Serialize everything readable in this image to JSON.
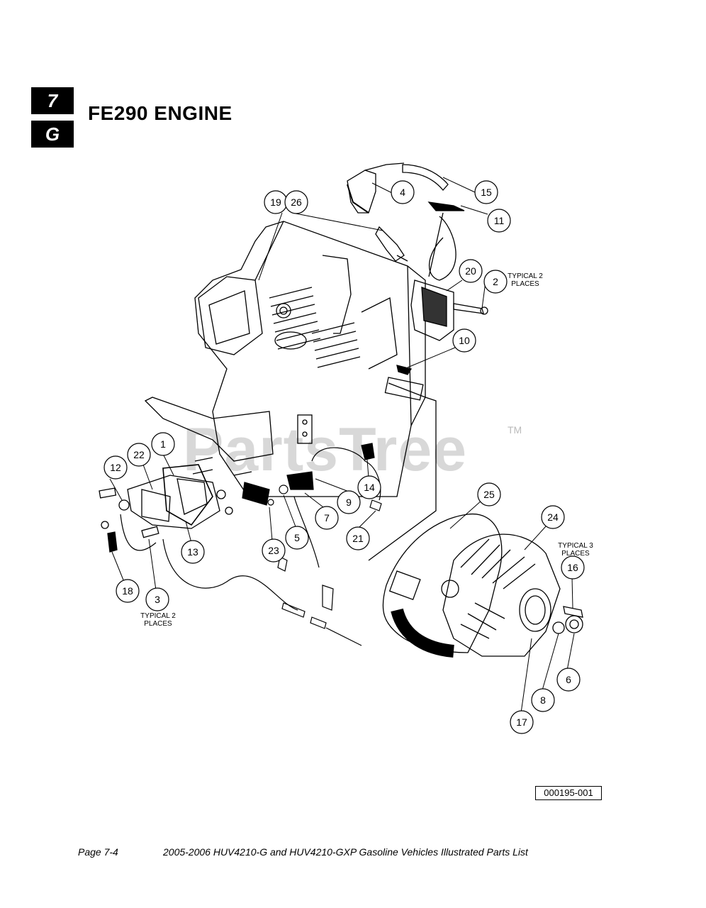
{
  "section": {
    "number": "7",
    "letter": "G"
  },
  "title": "FE290 ENGINE",
  "watermark": {
    "text": "PartsTree",
    "trademark": "TM"
  },
  "callouts": {
    "c1": "1",
    "c2": "2",
    "c3": "3",
    "c4": "4",
    "c5": "5",
    "c6": "6",
    "c7": "7",
    "c8": "8",
    "c9": "9",
    "c10": "10",
    "c11": "11",
    "c12": "12",
    "c13": "13",
    "c14": "14",
    "c15": "15",
    "c16": "16",
    "c17": "17",
    "c18": "18",
    "c19": "19",
    "c20": "20",
    "c21": "21",
    "c22": "22",
    "c23": "23",
    "c24": "24",
    "c25": "25",
    "c26": "26"
  },
  "notes": {
    "typical2_a": [
      "TYPICAL 2",
      "PLACES"
    ],
    "typical3": [
      "TYPICAL 3",
      "PLACES"
    ],
    "typical2_b": [
      "TYPICAL 2",
      "PLACES"
    ]
  },
  "figure_id": "000195-001",
  "footer": {
    "page": "Page 7-4",
    "document_title": "2005-2006 HUV4210-G and HUV4210-GXP Gasoline Vehicles Illustrated Parts List"
  }
}
